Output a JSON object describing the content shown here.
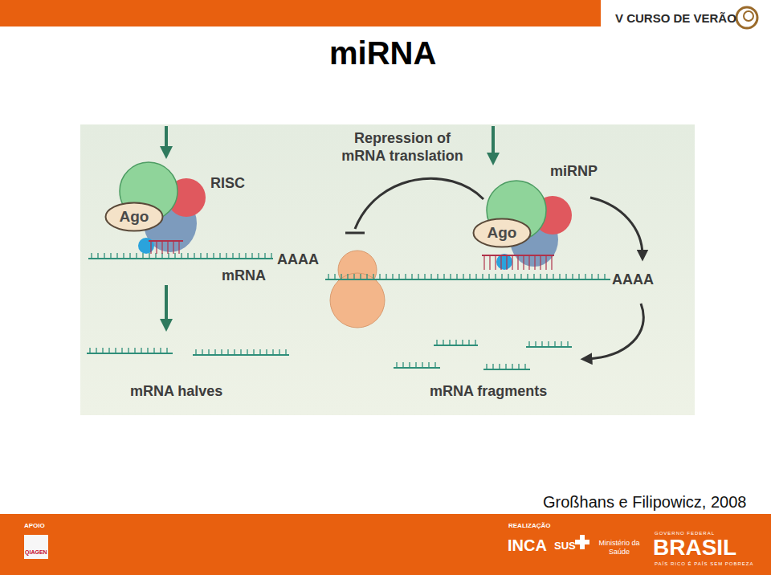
{
  "diagram": {
    "title": "miRNA",
    "caption": "Großhans e Filipowicz, 2008",
    "nodes": [
      {
        "text": [
          "Ago"
        ]
      },
      {
        "text": [
          "Ago"
        ]
      }
    ],
    "labels": [
      "Repression of mRNA translation",
      "RISC",
      "miRNP",
      "AAAA",
      "mRNA",
      "AAAA",
      "mRNA halves",
      "mRNA fragments",
      "V CURSO DE VERÃO",
      "APOIO",
      "QIAGEN",
      "REALIZAÇÃO",
      "INCA",
      "SUS",
      "Ministério da Saúde",
      "GOVERNO FEDERAL",
      "BRASIL",
      "PAÍS RICO É PAÍS SEM POBREZA"
    ]
  }
}
